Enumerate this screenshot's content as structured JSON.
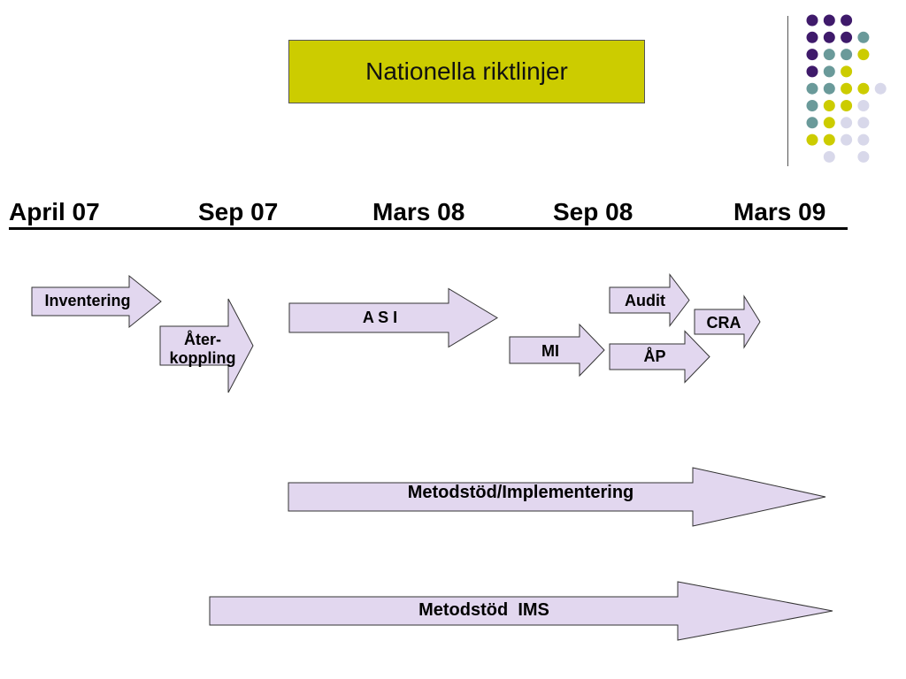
{
  "title": "Nationella riktlinjer",
  "timeline": [
    "April 07",
    "Sep 07",
    "Mars 08",
    "Sep 08",
    "Mars 09"
  ],
  "arrows": {
    "inventering": "Inventering",
    "aterkoppling": "Åter-\nkoppling",
    "asi": "A S I",
    "mi": "MI",
    "audit": "Audit",
    "ap": "ÅP",
    "cra": "CRA",
    "implementering": "Metodstöd/Implementering",
    "ims": "Metodstöd  IMS"
  },
  "colors": {
    "title_bg": "#cccc00",
    "arrow_fill": "#e2d7ef",
    "arrow_stroke": "#333333",
    "dot_purple": "#3f1a6b",
    "dot_teal": "#6a9a9a",
    "dot_yellow": "#cccc00",
    "dot_lilac": "#d8d8ea"
  }
}
